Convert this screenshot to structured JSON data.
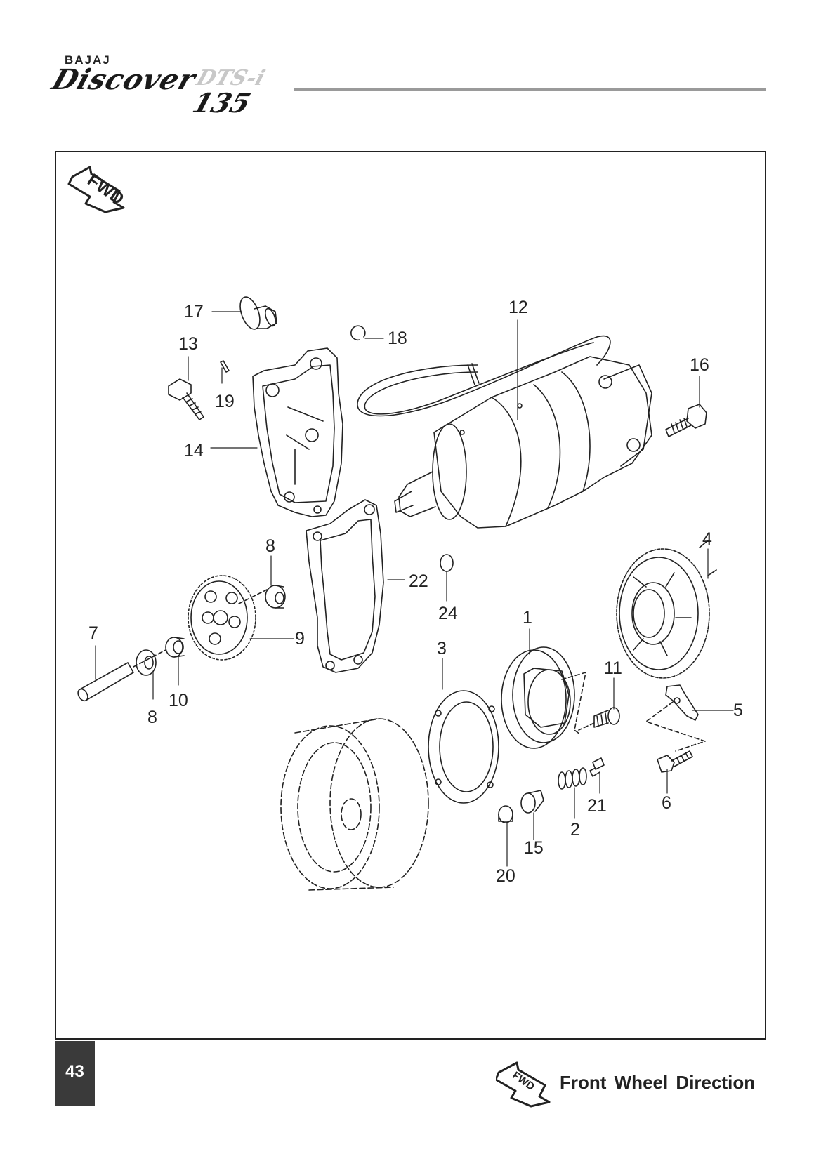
{
  "header": {
    "brand_maker": "BAJAJ",
    "brand_name": "Discover",
    "brand_suffix": "DTS-i",
    "brand_model": "135"
  },
  "fwd_icon_text": "FWD",
  "callouts": [
    {
      "id": "callout-1",
      "text": "1"
    },
    {
      "id": "callout-2",
      "text": "2"
    },
    {
      "id": "callout-3",
      "text": "3"
    },
    {
      "id": "callout-4",
      "text": "4"
    },
    {
      "id": "callout-5",
      "text": "5"
    },
    {
      "id": "callout-6",
      "text": "6"
    },
    {
      "id": "callout-7",
      "text": "7"
    },
    {
      "id": "callout-8a",
      "text": "8"
    },
    {
      "id": "callout-8b",
      "text": "8"
    },
    {
      "id": "callout-9",
      "text": "9"
    },
    {
      "id": "callout-10",
      "text": "10"
    },
    {
      "id": "callout-11",
      "text": "11"
    },
    {
      "id": "callout-12",
      "text": "12"
    },
    {
      "id": "callout-13",
      "text": "13"
    },
    {
      "id": "callout-14",
      "text": "14"
    },
    {
      "id": "callout-15",
      "text": "15"
    },
    {
      "id": "callout-16",
      "text": "16"
    },
    {
      "id": "callout-17",
      "text": "17"
    },
    {
      "id": "callout-18",
      "text": "18"
    },
    {
      "id": "callout-19",
      "text": "19"
    },
    {
      "id": "callout-20",
      "text": "20"
    },
    {
      "id": "callout-21",
      "text": "21"
    },
    {
      "id": "callout-22",
      "text": "22"
    },
    {
      "id": "callout-24",
      "text": "24"
    }
  ],
  "footer": {
    "page_number": "43",
    "legend": "Front Wheel Direction"
  },
  "colors": {
    "line": "#222222",
    "page_box": "#3a3a3a",
    "rule": "#9a9a9a"
  }
}
